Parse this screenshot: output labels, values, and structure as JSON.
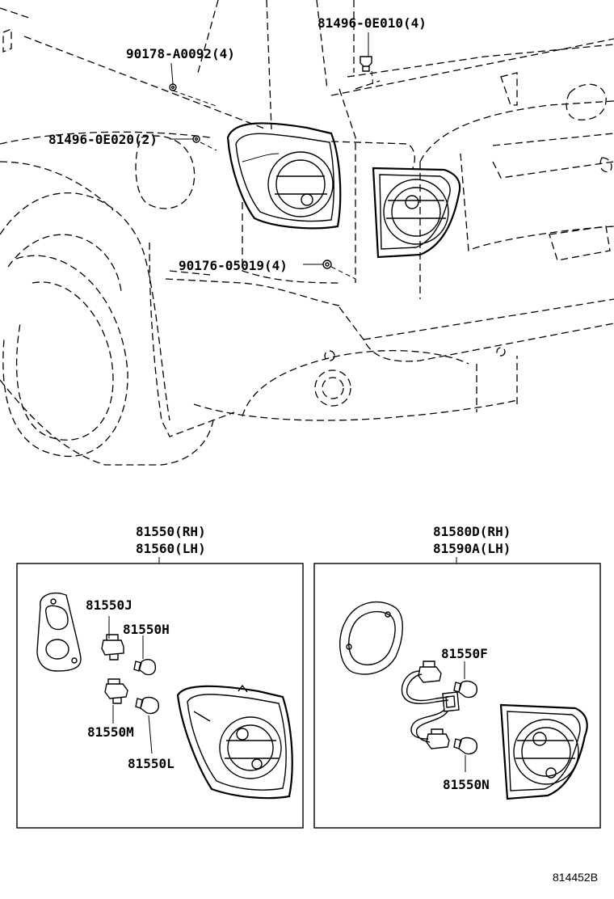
{
  "part_labels": {
    "clip_top": "81496-0E010(4)",
    "screw_top": "90178-A0092(4)",
    "clip_mid": "81496-0E020(2)",
    "screw_low": "90176-05019(4)",
    "assy_rear_rh": "81550(RH)",
    "assy_rear_lh": "81560(LH)",
    "assy_back_rh": "81580D(RH)",
    "assy_back_lh": "81590A(LH)",
    "socket_j": "81550J",
    "bulb_h": "81550H",
    "socket_m": "81550M",
    "bulb_l": "81550L",
    "bulb_f": "81550F",
    "socket_n": "81550N"
  },
  "reference": "814452B",
  "colors": {
    "line": "#000000",
    "background": "#ffffff"
  }
}
